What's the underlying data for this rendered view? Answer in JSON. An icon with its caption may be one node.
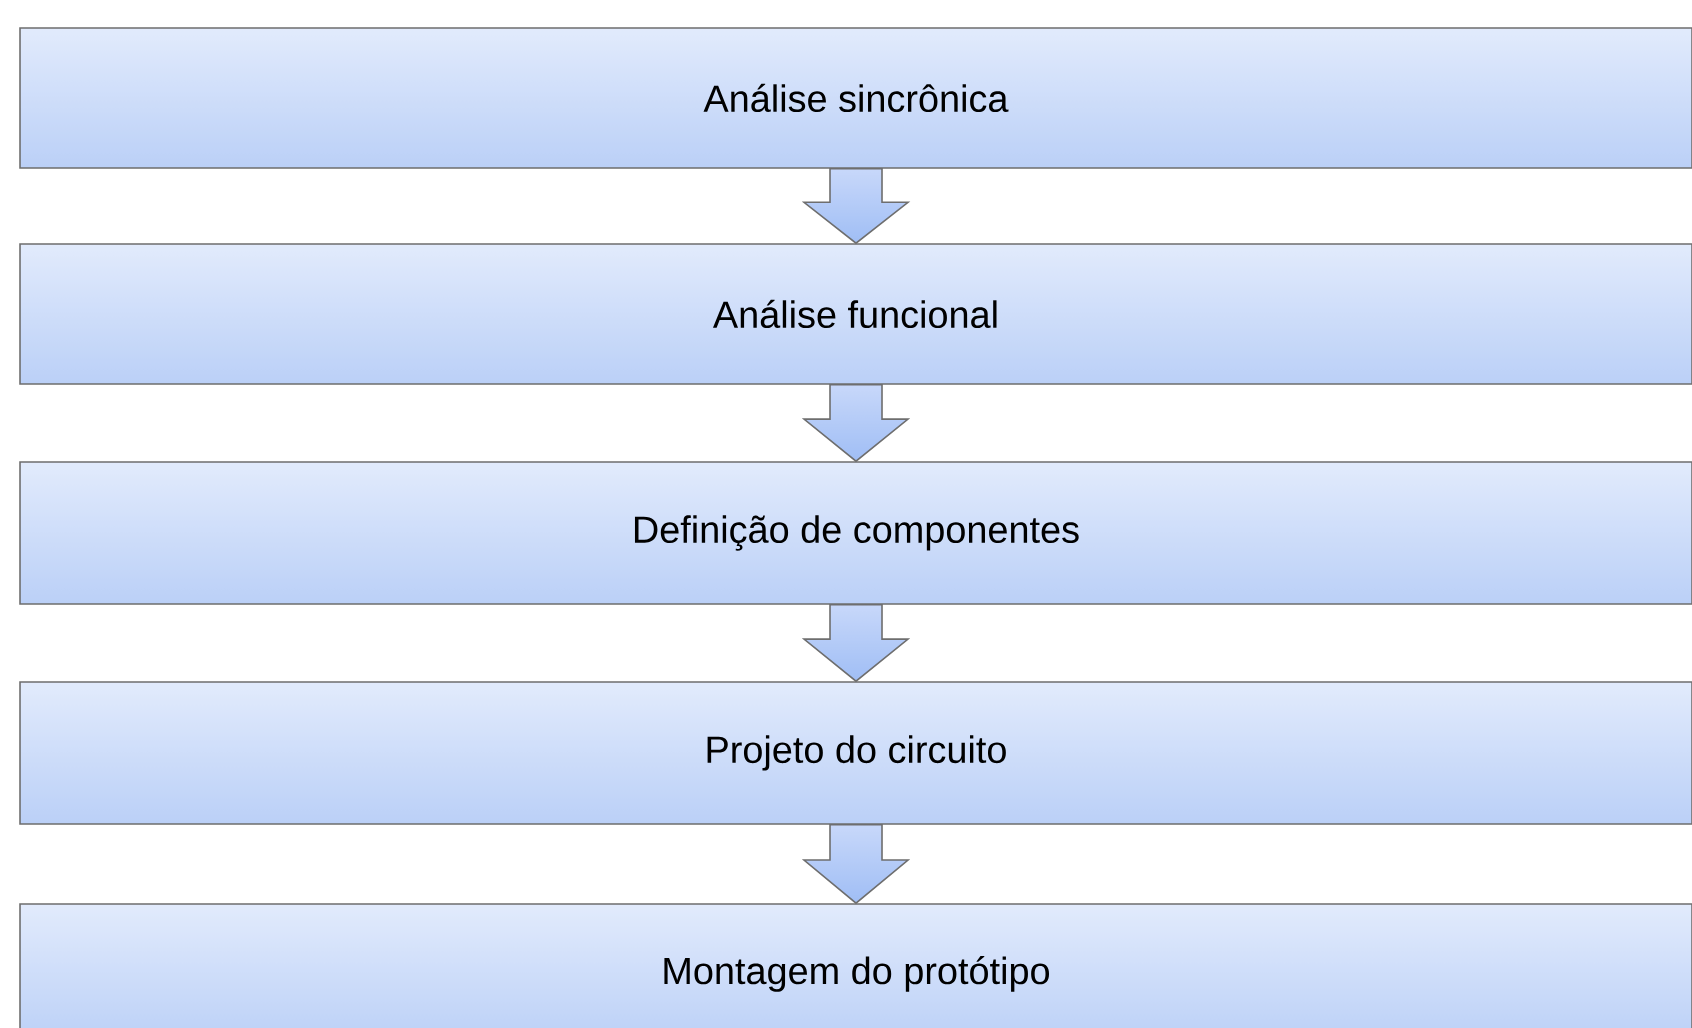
{
  "diagram": {
    "nodes": [
      {
        "text": [
          "Análise sincrônica"
        ]
      },
      {
        "text": [
          "Análise funcional"
        ]
      },
      {
        "text": [
          "Definição de componentes"
        ]
      },
      {
        "text": [
          "Projeto do circuito"
        ]
      },
      {
        "text": [
          "Montagem do protótipo"
        ]
      }
    ],
    "edges": [
      {
        "from": 0,
        "to": 1,
        "arrow": "to"
      },
      {
        "from": 1,
        "to": 2,
        "arrow": "to"
      },
      {
        "from": 2,
        "to": 3,
        "arrow": "to"
      },
      {
        "from": 3,
        "to": 4,
        "arrow": "to"
      }
    ]
  }
}
